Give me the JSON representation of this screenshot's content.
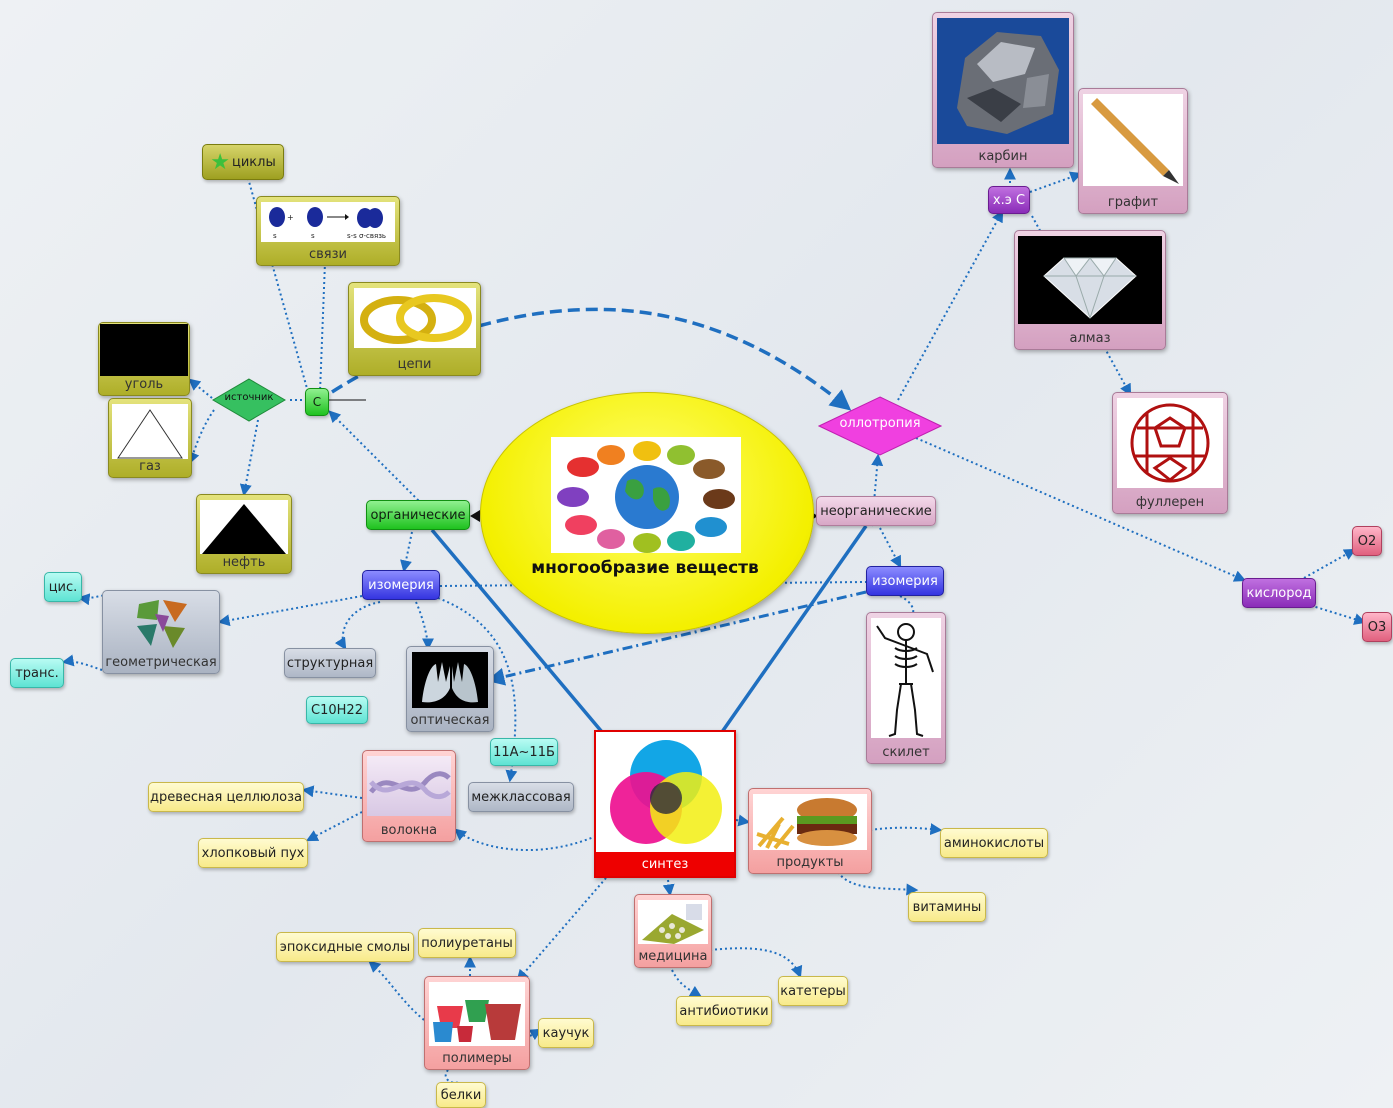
{
  "center": {
    "title": "многообразие веществ"
  },
  "nodes": {
    "organic": "органические",
    "inorganic": "неорганические",
    "allotropy": "оллотропия",
    "oxygen": "кислород",
    "o2": "O2",
    "o3": "O3",
    "xe_c": "х.э С",
    "carbon": "С",
    "source": "источник",
    "iso_left": "изомерия",
    "iso_right": "изомерия",
    "cis": "цис.",
    "trans": "транс.",
    "structural": "структурная",
    "formula": "С10Н22",
    "range": "11А~11Б",
    "interclass": "межклассовая",
    "cellulose": "древесная целлюлоза",
    "cotton": "хлопковый пух",
    "amino": "аминокислоты",
    "vitamins": "витамины",
    "epoxy": "эпоксидные смолы",
    "polyurethane": "полиуретаны",
    "rubber": "каучук",
    "proteins": "белки",
    "antibiotics": "антибиотики",
    "catheters": "катетеры"
  },
  "cards": {
    "cycles": "циклы",
    "bonds": "связи",
    "bond_formula": "s-s σ-связь",
    "chains": "цепи",
    "coal": "уголь",
    "gas": "газ",
    "oil": "нефть",
    "geometric": "геометрическая",
    "optical": "оптическая",
    "fibers": "волокна",
    "synthesis": "синтез",
    "foods": "продукты",
    "medicine": "медицина",
    "polymers": "полимеры",
    "skeleton": "скилет",
    "carbyne": "карбин",
    "graphite": "графит",
    "diamond": "алмаз",
    "fullerene": "фуллерен"
  }
}
